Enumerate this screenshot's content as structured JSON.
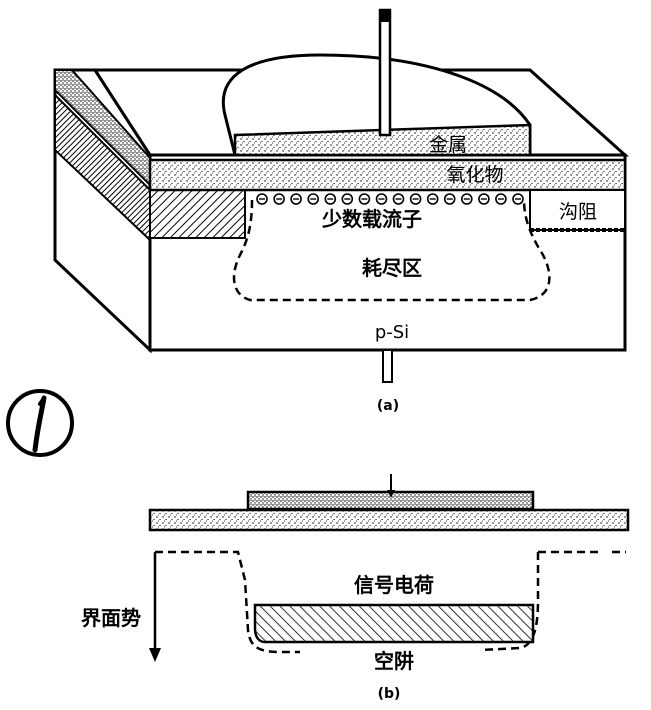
{
  "figure_a": {
    "label_metal": "金属",
    "label_oxide": "氧化物",
    "label_minority_carriers": "少数载流子",
    "label_channel_stop": "沟阻",
    "label_depletion": "耗尽区",
    "label_substrate": "p-Si",
    "caption": "(a)",
    "carrier_count": 16
  },
  "figure_b": {
    "label_signal_charge": "信号电荷",
    "label_interface_potential": "界面势",
    "label_empty_well": "空阱",
    "caption": "(b)"
  },
  "handwritten_mark": "1"
}
